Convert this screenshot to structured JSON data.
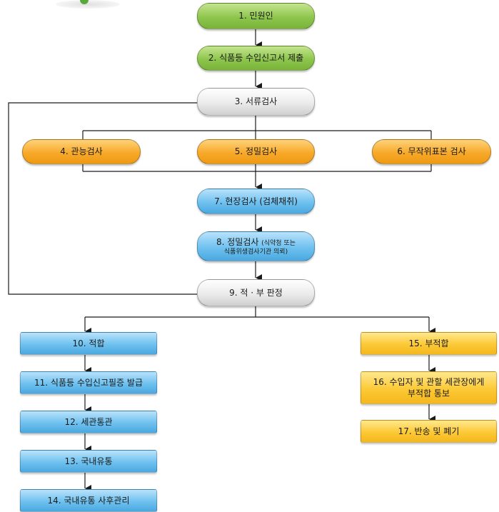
{
  "nodes": {
    "n1": "1. 민원인",
    "n2": "2. 식품등 수입신고서 제출",
    "n3": "3. 서류검사",
    "n4": "4. 관능검사",
    "n5": "5. 정밀검사",
    "n6": "6. 무작위표본 검사",
    "n7": "7. 현장검사 (검체채취)",
    "n8_main": "8. 정밀검사",
    "n8_small1": "(식약청 또는",
    "n8_small2": "식품위생검사기관 의뢰)",
    "n9": "9. 적 · 부 판정",
    "n10": "10. 적합",
    "n11": "11. 식품등 수입신고필증 발급",
    "n12": "12. 세관통관",
    "n13": "13. 국내유통",
    "n14": "14. 국내유통 사후관리",
    "n15": "15. 부적합",
    "n16_l1": "16. 수입자 및 관할 세관장에게",
    "n16_l2": "부적합 통보",
    "n17": "17. 반송 및 폐기"
  },
  "colors": {
    "green": "#8ec64d",
    "gray": "#e6e6e6",
    "orange": "#f7a92a",
    "blue": "#6ec1ef",
    "yellow": "#fcc936",
    "line": "#1a1a1a"
  }
}
